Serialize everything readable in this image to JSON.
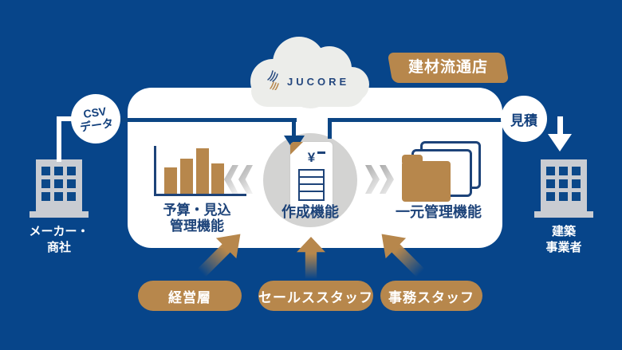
{
  "colors": {
    "background": "#07458a",
    "tan_accent": "#b7874c",
    "navy_text": "#1d4379",
    "cloud_gray": "#ecedea",
    "circle_gray": "#d3d3d2",
    "building_gray": "#c9ccd2"
  },
  "cloud": {
    "logo_text": "JUCORE"
  },
  "partner_badge": {
    "label": "建材流通店"
  },
  "inputs": {
    "csv_circle": {
      "line1": "CSV",
      "line2": "データ"
    },
    "estimate_circle": {
      "label": "見積"
    }
  },
  "entities": {
    "left": {
      "line1": "メーカー・",
      "line2": "商社"
    },
    "right": {
      "line1": "建築",
      "line2": "事業者"
    }
  },
  "features": {
    "budget": {
      "line1": "予算・見込",
      "line2": "管理機能"
    },
    "creation": {
      "label": "作成機能",
      "currency": "¥"
    },
    "management": {
      "label": "一元管理機能"
    }
  },
  "roles": [
    {
      "label": "経営層"
    },
    {
      "label": "セールススタッフ"
    },
    {
      "label": "事務スタッフ"
    }
  ]
}
